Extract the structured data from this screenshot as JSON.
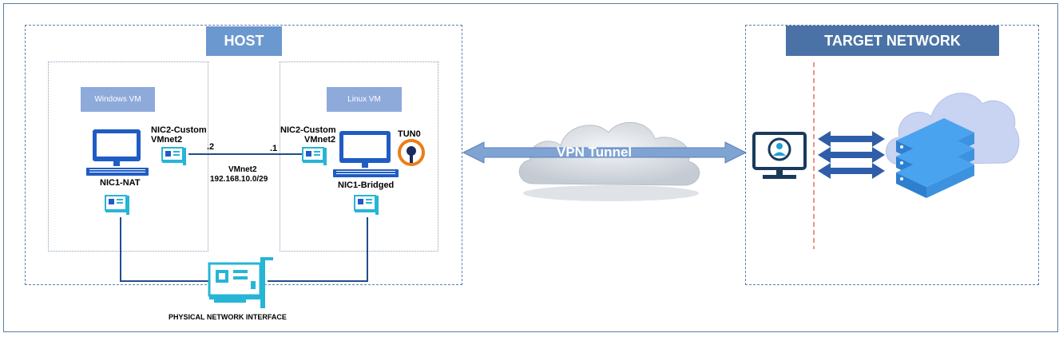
{
  "host": {
    "title": "HOST",
    "windows_vm": {
      "title": "Windows VM",
      "nic2_line1": "NIC2-Custom",
      "nic2_line2": "VMnet2",
      "nic1": "NIC1-NAT",
      "ip_suffix": ".2"
    },
    "linux_vm": {
      "title": "Linux VM",
      "nic2_line1": "NIC2-Custom",
      "nic2_line2": "VMnet2",
      "nic1": "NIC1-Bridged",
      "tun": "TUN0",
      "ip_suffix": ".1"
    },
    "vmnet_name": "VMnet2",
    "vmnet_subnet": "192.168.10.0/29",
    "physical_nic": "PHYSICAL NETWORK INTERFACE"
  },
  "tunnel": {
    "label": "VPN Tunnel"
  },
  "target": {
    "title": "TARGET NETWORK"
  },
  "colors": {
    "primary_blue": "#1f5cc4",
    "title_blue": "#4f7fbf",
    "title_dark": "#4a72a6",
    "vm_title_bg": "#8eaadb",
    "arrow_fill": "#7fa3d3",
    "openvpn_orange": "#ea7e16",
    "cyan_nic": "#27b5d6",
    "red_dash": "#e8715a"
  },
  "icons": [
    "monitor-icon",
    "nic-card-icon",
    "openvpn-icon",
    "cloud-icon",
    "user-terminal-icon",
    "server-stack-icon",
    "double-arrow-icon"
  ]
}
